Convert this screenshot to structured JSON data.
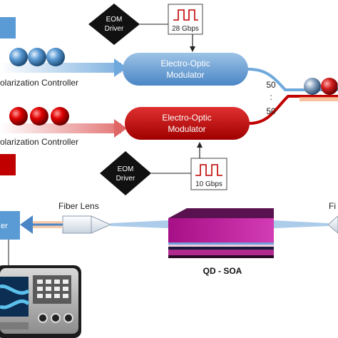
{
  "top_driver": {
    "label_line1": "EOM",
    "label_line2": "Driver"
  },
  "top_signal": {
    "rate": "28 Gbps"
  },
  "bottom_driver": {
    "label_line1": "EOM",
    "label_line2": "Driver"
  },
  "bottom_signal": {
    "rate": "10 Gbps"
  },
  "blue_path": {
    "controller_label": "olarization Controller",
    "modulator_line1": "Electro-Optic",
    "modulator_line2": "Modulator"
  },
  "red_path": {
    "controller_label": "olarization Controller",
    "modulator_line1": "Electro-Optic",
    "modulator_line2": "Modulator"
  },
  "coupler": {
    "ratio_top": "50",
    "ratio_sep": ":",
    "ratio_bottom": "50"
  },
  "lower_path": {
    "fiber_lens_label": "Fiber Lens",
    "fiber_lens_right_label": "Fi",
    "receiver_label": "er",
    "amplifier_label": "QD - SOA"
  },
  "colors": {
    "blue_accent": "#5b9bd5",
    "red_accent": "#c00000",
    "soa_magenta": "#b0298f"
  }
}
